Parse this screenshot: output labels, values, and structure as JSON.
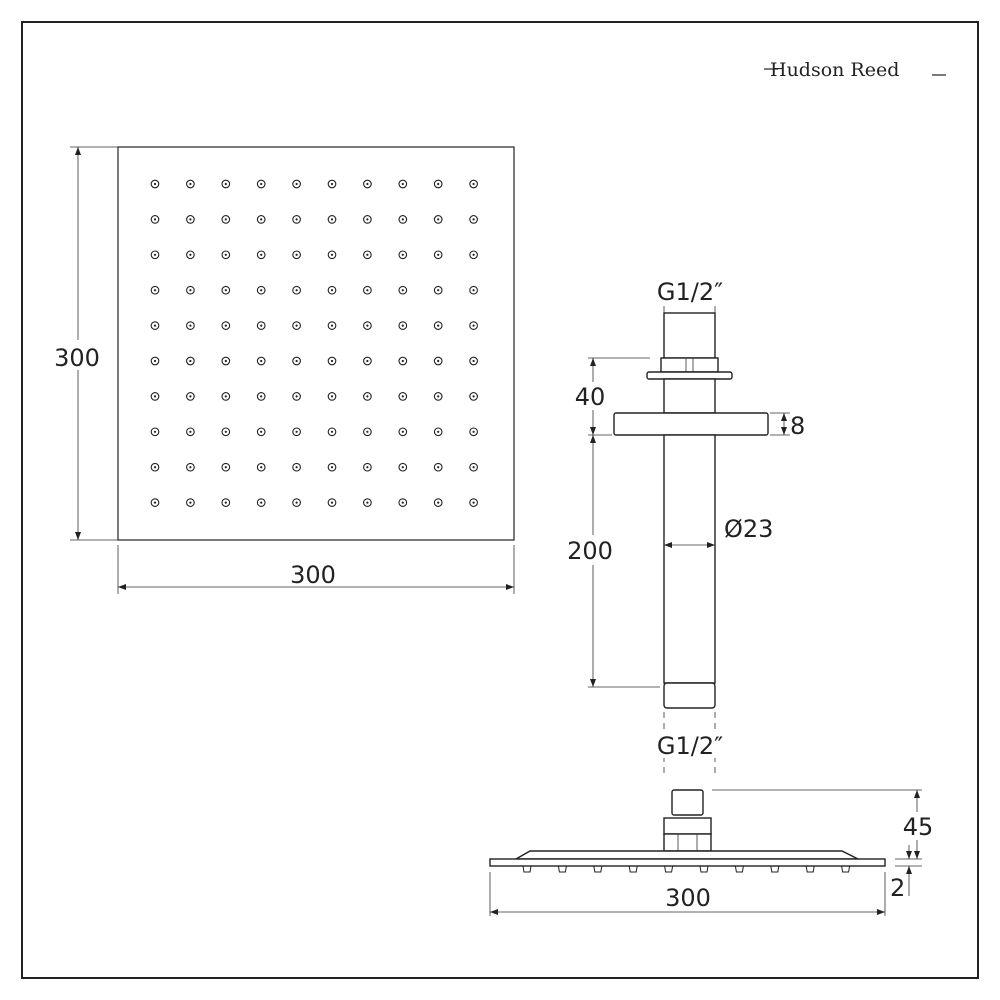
{
  "brand": {
    "logo": "Hudson Reed"
  },
  "top_view": {
    "height_label": "300",
    "width_label": "300",
    "nozzle_rows": 10,
    "nozzle_cols": 10
  },
  "arm": {
    "top_thread_label": "G1/2″",
    "bottom_thread_label": "G1/2″",
    "flange_offset_label": "40",
    "flange_thickness_label": "8",
    "arm_length_label": "200",
    "diameter_label": "Ø23"
  },
  "side_view": {
    "height_label": "45",
    "plate_thickness_label": "2",
    "width_label": "300"
  }
}
